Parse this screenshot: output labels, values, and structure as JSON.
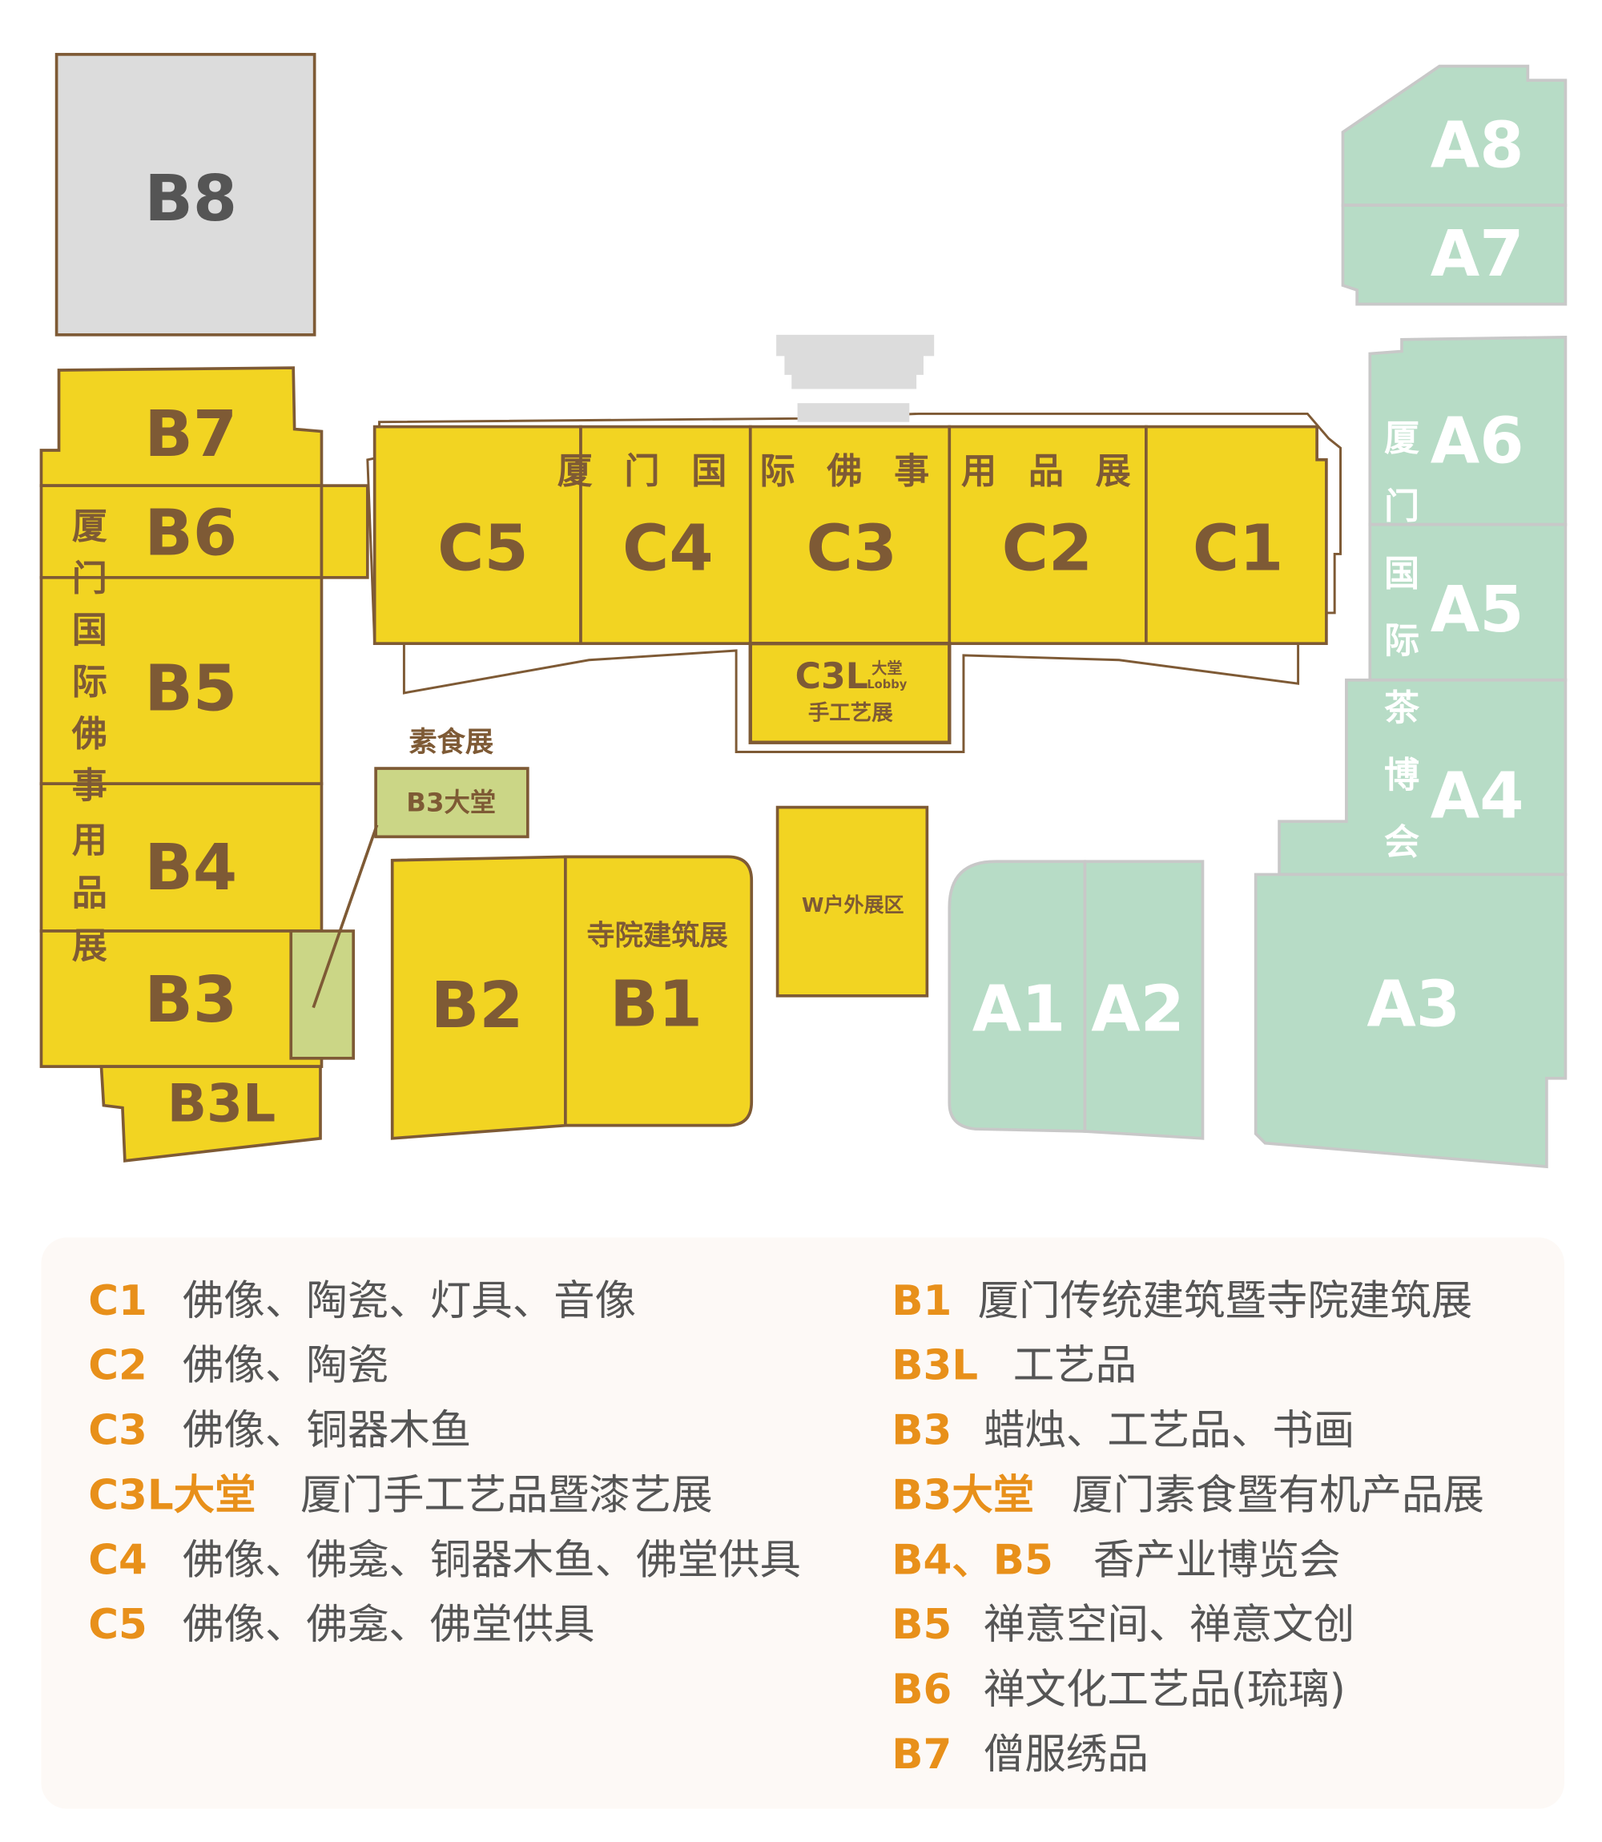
{
  "colors": {
    "yellow": "#F2D422",
    "brown": "#7E5A35",
    "green": "#B7DCC6",
    "grey": "#DCDCDC",
    "orange": "#E8901A",
    "lime": "#CBD686"
  },
  "map": {
    "halls": {
      "B8": "B8",
      "B7": "B7",
      "B6": "B6",
      "B5": "B5",
      "B4": "B4",
      "B3": "B3",
      "B3L": "B3L",
      "B2": "B2",
      "B1": "B1",
      "C1": "C1",
      "C2": "C2",
      "C3": "C3",
      "C4": "C4",
      "C5": "C5",
      "A1": "A1",
      "A2": "A2",
      "A3": "A3",
      "A4": "A4",
      "A5": "A5",
      "A6": "A6",
      "A7": "A7",
      "A8": "A8"
    },
    "buddhist_expo_vertical": [
      "厦",
      "门",
      "国",
      "际",
      "佛",
      "事",
      "用",
      "品",
      "展"
    ],
    "buddhist_expo_banner": [
      "厦",
      "门",
      "国",
      "际",
      "佛",
      "事",
      "用",
      "品",
      "展"
    ],
    "tea_expo_vertical": [
      "厦",
      "门",
      "国",
      "际",
      "茶",
      "博",
      "会"
    ],
    "c3l": {
      "code": "C3L",
      "hall": "大堂",
      "lobby": "Lobby",
      "name": "手工艺展"
    },
    "b3_lobby": {
      "title": "素食展",
      "label": "B3大堂"
    },
    "b1_title": "寺院建筑展",
    "outdoor": "W户外展区"
  },
  "legend": {
    "left": [
      {
        "key": "C1",
        "desc": "佛像、陶瓷、灯具、音像"
      },
      {
        "key": "C2",
        "desc": "佛像、陶瓷"
      },
      {
        "key": "C3",
        "desc": "佛像、铜器木鱼"
      },
      {
        "key": "C3L大堂",
        "desc": "厦门手工艺品暨漆艺展"
      },
      {
        "key": "C4",
        "desc": "佛像、佛龛、铜器木鱼、佛堂供具"
      },
      {
        "key": "C5",
        "desc": "佛像、佛龛、佛堂供具"
      }
    ],
    "right": [
      {
        "key": "B1",
        "desc": "厦门传统建筑暨寺院建筑展"
      },
      {
        "key": "B3L",
        "desc": "工艺品"
      },
      {
        "key": "B3",
        "desc": "蜡烛、工艺品、书画"
      },
      {
        "key": "B3大堂",
        "desc": "厦门素食暨有机产品展"
      },
      {
        "key": "B4、B5",
        "desc": "香产业博览会"
      },
      {
        "key": "B5",
        "desc": "禅意空间、禅意文创"
      },
      {
        "key": "B6",
        "desc": "禅文化工艺品(琉璃)"
      },
      {
        "key": "B7",
        "desc": "僧服绣品"
      }
    ]
  }
}
